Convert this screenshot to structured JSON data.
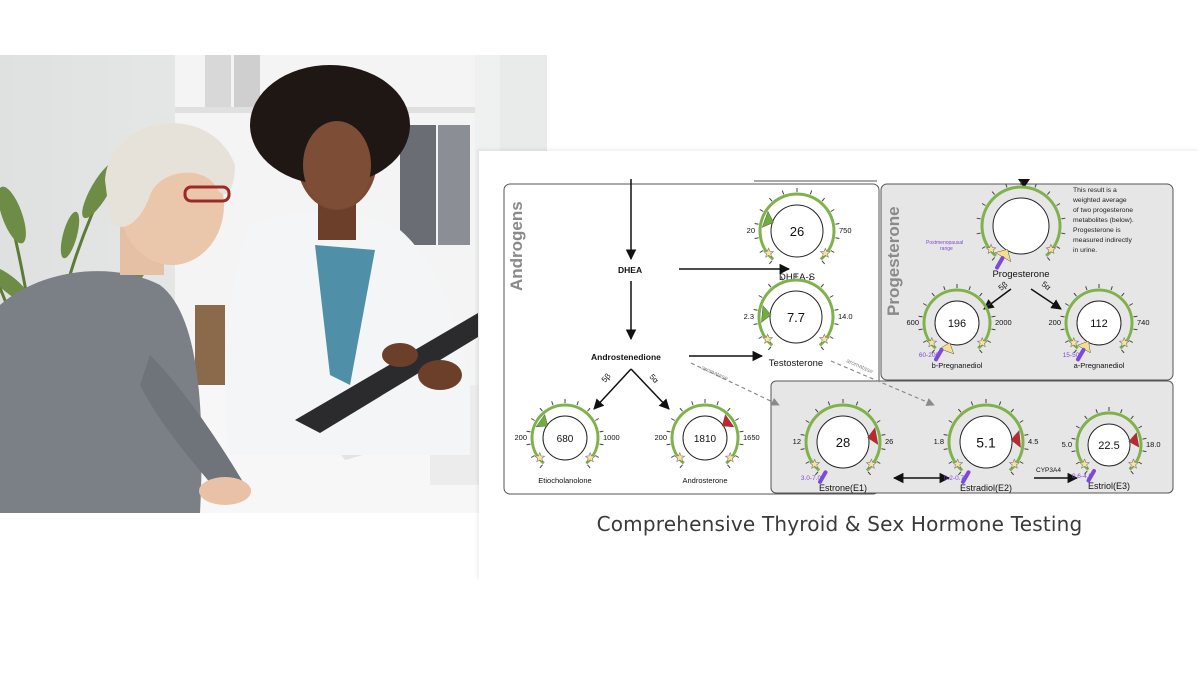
{
  "caption": "Comprehensive Thyroid & Sex Hormone Testing",
  "colors": {
    "panel_bg": "#e6e6e6",
    "gauge_green": "#7fb24a",
    "marker_green": "#6fae3c",
    "marker_red": "#c0262b",
    "marker_yellow": "#f4e08a",
    "range_purple": "#7d4ad8",
    "label_gray": "#8a8a8a"
  },
  "sections": {
    "androgens": "Androgens",
    "progesterone": "Progesterone"
  },
  "nodes": {
    "dhea": "DHEA",
    "androstenedione": "Androstenedione"
  },
  "paths": {
    "five_b": "5β",
    "five_a": "5α",
    "aromatase1": "aromatase",
    "aromatase2": "aromatase",
    "cyp": "CYP3A4"
  },
  "progesterone_note": [
    "This result is a",
    "weighted average",
    "of two progesterone",
    "metabolites (below).",
    "Progesterone is",
    "measured indirectly",
    "in urine."
  ],
  "postmeno_label": [
    "Postmenopausal",
    "range"
  ],
  "gauges": {
    "dheas": {
      "label": "DHEA-S",
      "value": "26",
      "low": "20",
      "high": "750",
      "range": ""
    },
    "testosterone": {
      "label": "Testosterone",
      "value": "7.7",
      "low": "2.3",
      "high": "14.0",
      "range": ""
    },
    "etiocholanolone": {
      "label": "Etiocholanolone",
      "value": "680",
      "low": "200",
      "high": "1000",
      "range": ""
    },
    "androsterone": {
      "label": "Androsterone",
      "value": "1810",
      "low": "200",
      "high": "1650",
      "range": ""
    },
    "progesterone": {
      "label": "Progesterone",
      "value": "",
      "low": "",
      "high": "",
      "range": ""
    },
    "bpreg": {
      "label": "b-Pregnanediol",
      "value": "196",
      "low": "600",
      "high": "2000",
      "range": "60-200"
    },
    "apreg": {
      "label": "a-Pregnanediol",
      "value": "112",
      "low": "200",
      "high": "740",
      "range": "15-50"
    },
    "estrone": {
      "label": "Estrone(E1)",
      "value": "28",
      "low": "12",
      "high": "26",
      "range": "3.0-7.0"
    },
    "estradiol": {
      "label": "Estradiol(E2)",
      "value": "5.1",
      "low": "1.8",
      "high": "4.5",
      "range": "0.2-0.7"
    },
    "estriol": {
      "label": "Estriol(E3)",
      "value": "22.5",
      "low": "5.0",
      "high": "18.0",
      "range": "0.6-4.0"
    }
  }
}
